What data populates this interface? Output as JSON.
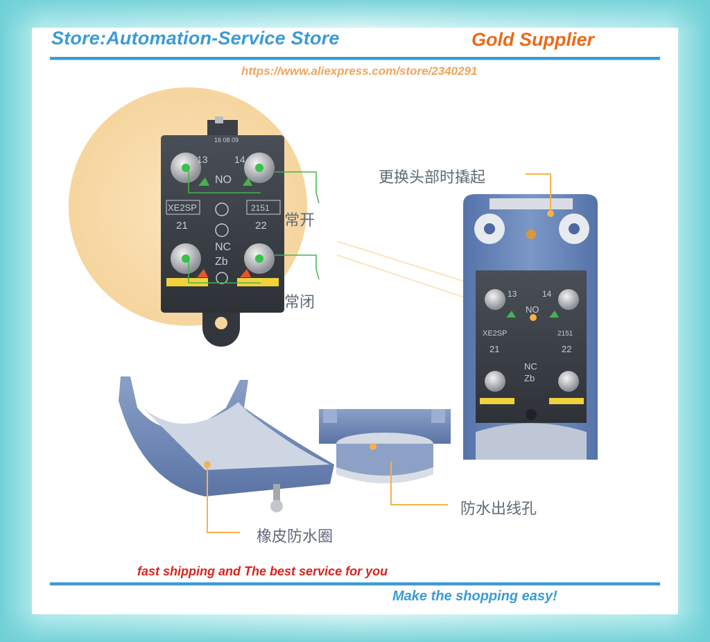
{
  "header": {
    "store_title": "Store:Automation-Service Store",
    "gold_label": "Gold Supplier",
    "store_url": "https://www.aliexpress.com/store/2340291"
  },
  "footer": {
    "tagline": "fast shipping and The best service for you",
    "slogan": "Make the shopping easy!"
  },
  "callouts": {
    "head_replace": "更换头部时撬起",
    "normally_open": "常开",
    "normally_closed": "常闭",
    "waterproof_outlet": "防水出线孔",
    "rubber_seal": "橡皮防水圈"
  },
  "switch_markings": {
    "model": "XE2SP",
    "code": "2151",
    "date_code": "16 08 09",
    "terminal_13": "13",
    "terminal_14": "14",
    "terminal_21": "21",
    "terminal_22": "22",
    "no_label": "NO",
    "nc_label": "NC",
    "zb_label": "Zb"
  },
  "colors": {
    "brand_blue": "#3a9bd6",
    "gold_orange": "#ea6a1a",
    "url_orange": "#f0a45a",
    "tagline_red": "#d9241e",
    "housing_blue": "#5f7fb4",
    "callout_orange": "#f6b24a"
  }
}
